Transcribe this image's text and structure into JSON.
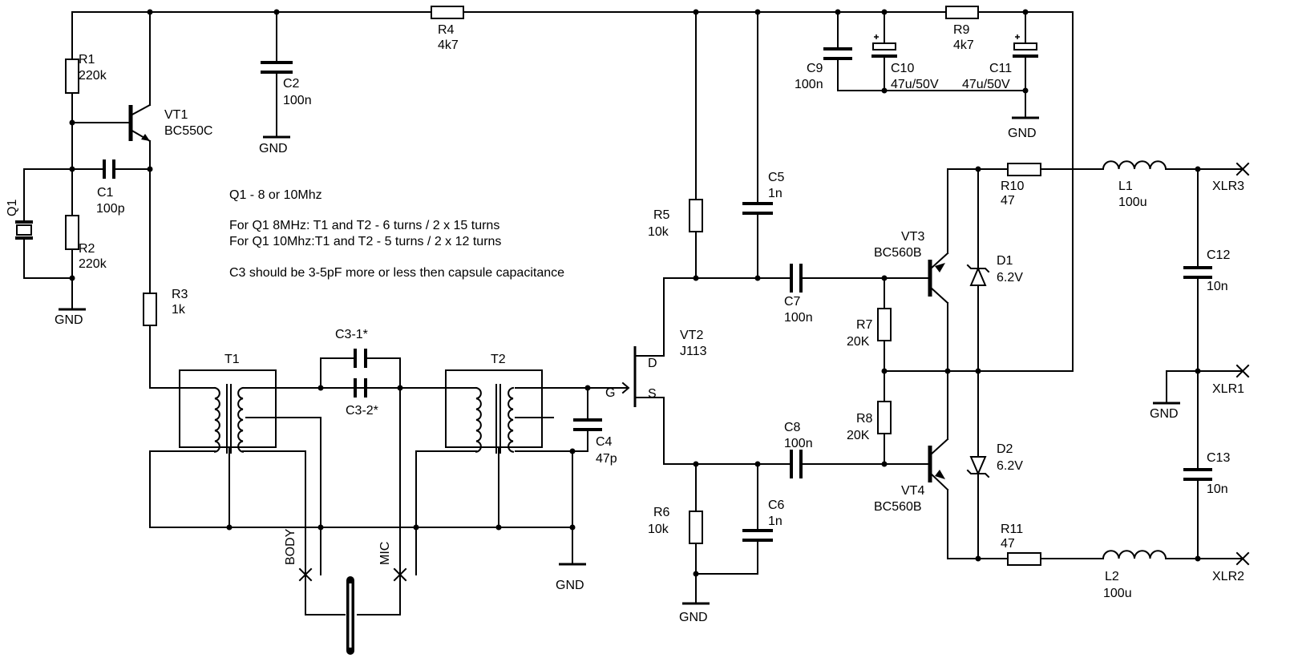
{
  "notes": {
    "q1": "Q1 - 8 or 10Mhz",
    "t8": "For Q1  8MHz: T1 and T2 - 6 turns / 2 x 15 turns",
    "t10": "For Q1 10Mhz:T1 and T2 - 5 turns / 2 x 12 turns",
    "c3": "C3 should be 3-5pF more or less then capsule capacitance"
  },
  "gnd": "GND",
  "components": {
    "R1": {
      "ref": "R1",
      "value": "220k"
    },
    "R2": {
      "ref": "R2",
      "value": "220k"
    },
    "R3": {
      "ref": "R3",
      "value": "1k"
    },
    "R4": {
      "ref": "R4",
      "value": "4k7"
    },
    "R5": {
      "ref": "R5",
      "value": "10k"
    },
    "R6": {
      "ref": "R6",
      "value": "10k"
    },
    "R7": {
      "ref": "R7",
      "value": "20K"
    },
    "R8": {
      "ref": "R8",
      "value": "20K"
    },
    "R9": {
      "ref": "R9",
      "value": "4k7"
    },
    "R10": {
      "ref": "R10",
      "value": "47"
    },
    "R11": {
      "ref": "R11",
      "value": "47"
    },
    "C1": {
      "ref": "C1",
      "value": "100p"
    },
    "C2": {
      "ref": "C2",
      "value": "100n"
    },
    "C31": {
      "ref": "C3-1*"
    },
    "C32": {
      "ref": "C3-2*"
    },
    "C4": {
      "ref": "C4",
      "value": "47p"
    },
    "C5": {
      "ref": "C5",
      "value": "1n"
    },
    "C6": {
      "ref": "C6",
      "value": "1n"
    },
    "C7": {
      "ref": "C7",
      "value": "100n"
    },
    "C8": {
      "ref": "C8",
      "value": "100n"
    },
    "C9": {
      "ref": "C9",
      "value": "100n"
    },
    "C10": {
      "ref": "C10",
      "value": "47u/50V"
    },
    "C11": {
      "ref": "C11",
      "value": "47u/50V"
    },
    "C12": {
      "ref": "C12",
      "value": "10n"
    },
    "C13": {
      "ref": "C13",
      "value": "10n"
    },
    "L1": {
      "ref": "L1",
      "value": "100u"
    },
    "L2": {
      "ref": "L2",
      "value": "100u"
    },
    "D1": {
      "ref": "D1",
      "value": "6.2V"
    },
    "D2": {
      "ref": "D2",
      "value": "6.2V"
    },
    "VT1": {
      "ref": "VT1",
      "value": "BC550C"
    },
    "VT2": {
      "ref": "VT2",
      "value": "J113"
    },
    "VT3": {
      "ref": "VT3",
      "value": "BC560B"
    },
    "VT4": {
      "ref": "VT4",
      "value": "BC560B"
    },
    "T1": {
      "ref": "T1"
    },
    "T2": {
      "ref": "T2"
    },
    "Q1": {
      "ref": "Q1"
    }
  },
  "pins": {
    "D": "D",
    "G": "G",
    "S": "S"
  },
  "connectors": {
    "xlr3": "XLR3",
    "xlr1": "XLR1",
    "xlr2": "XLR2",
    "body": "BODY",
    "mic": "MIC"
  }
}
